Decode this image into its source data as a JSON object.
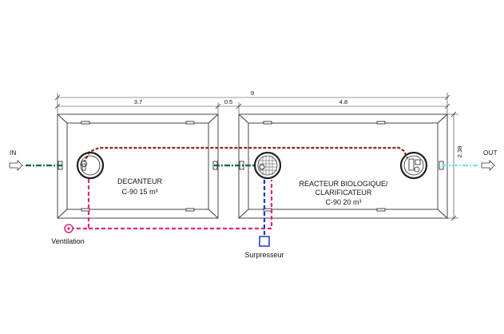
{
  "dimensions": {
    "total": "9",
    "left": "3.7",
    "gap": "0.5",
    "right": "4.8",
    "height": "2.38"
  },
  "inlet": {
    "label": "IN"
  },
  "outlet": {
    "label": "OUT"
  },
  "tank_left": {
    "name": "DECANTEUR",
    "spec": "C-90 15 m³"
  },
  "tank_right": {
    "name_line1": "REACTEUR BIOLOGIQUE/",
    "name_line2": "CLARIFICATEUR",
    "spec": "C-90 20 m³"
  },
  "ventilation": {
    "label": "Ventilation"
  },
  "surpresseur": {
    "label": "Surpresseur"
  },
  "colors": {
    "outline": "#333333",
    "inflow": "#1f6b55",
    "outflow": "#7fe3f0",
    "recirculation": "#8a2d17",
    "ventilation": "#e0277f",
    "air": "#2233bb"
  }
}
